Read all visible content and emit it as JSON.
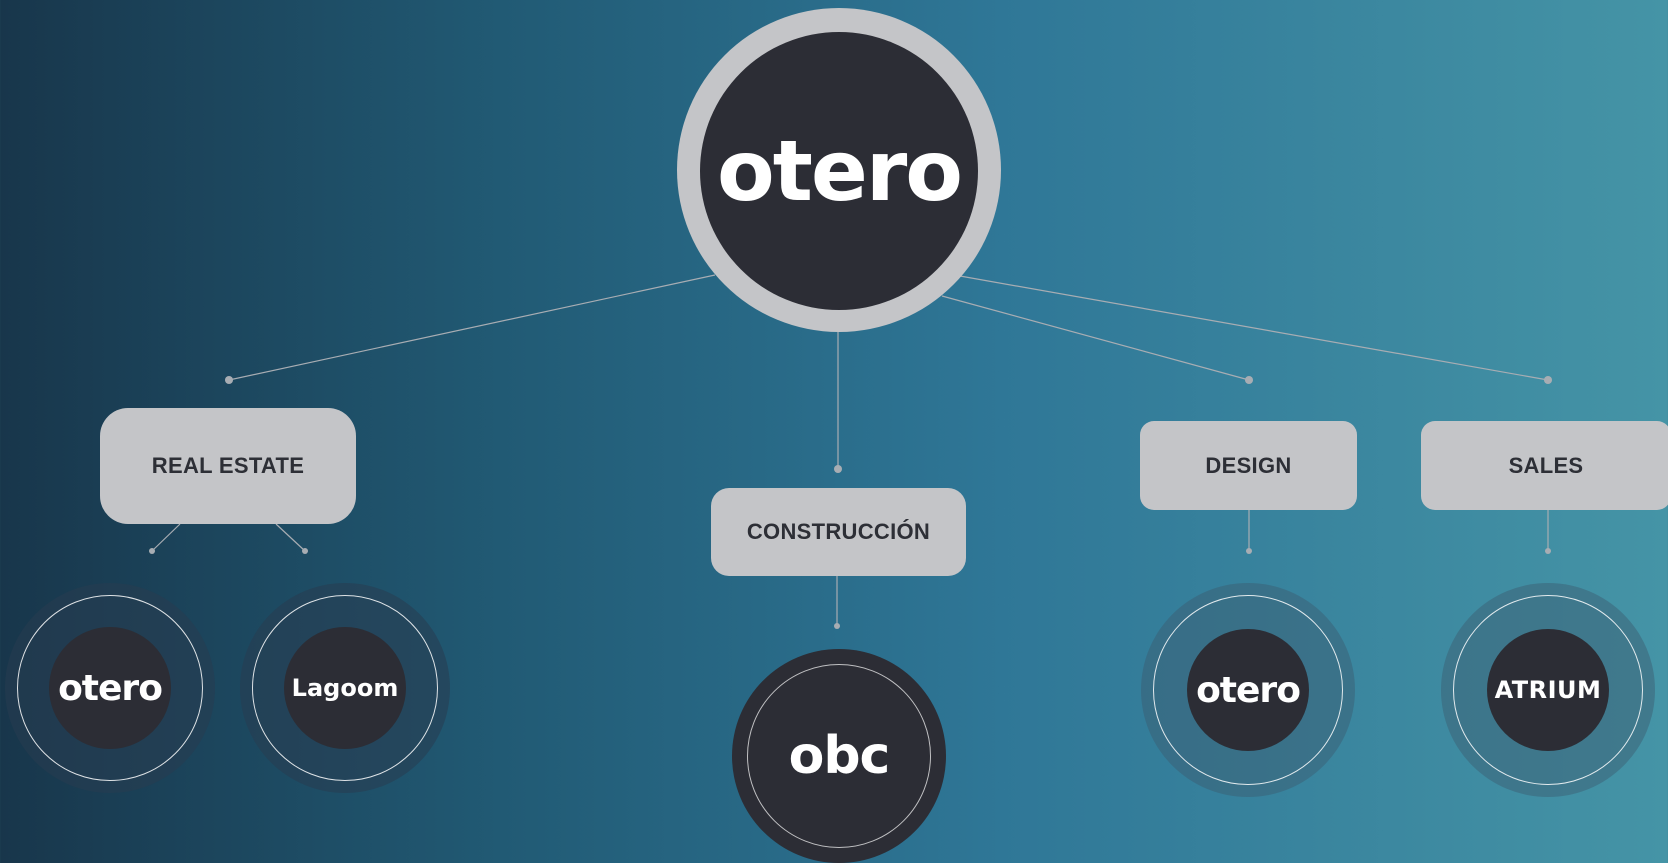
{
  "root": {
    "logo_text": "otero"
  },
  "categories": {
    "real_estate": "REAL ESTATE",
    "construccion": "CONSTRUCCIÓN",
    "design": "DESIGN",
    "sales": "SALES"
  },
  "brands": {
    "real_estate_1": "otero",
    "real_estate_2": "Lagoom",
    "construccion": "obc",
    "design": "otero",
    "sales": "ATRIUM"
  },
  "colors": {
    "box_fill": "#c4c5c8",
    "box_text": "#2d2f36",
    "node_fill": "#2c2d35",
    "connector": "#a8adb3",
    "background_start": "#18364b",
    "background_end": "#4594a6"
  }
}
